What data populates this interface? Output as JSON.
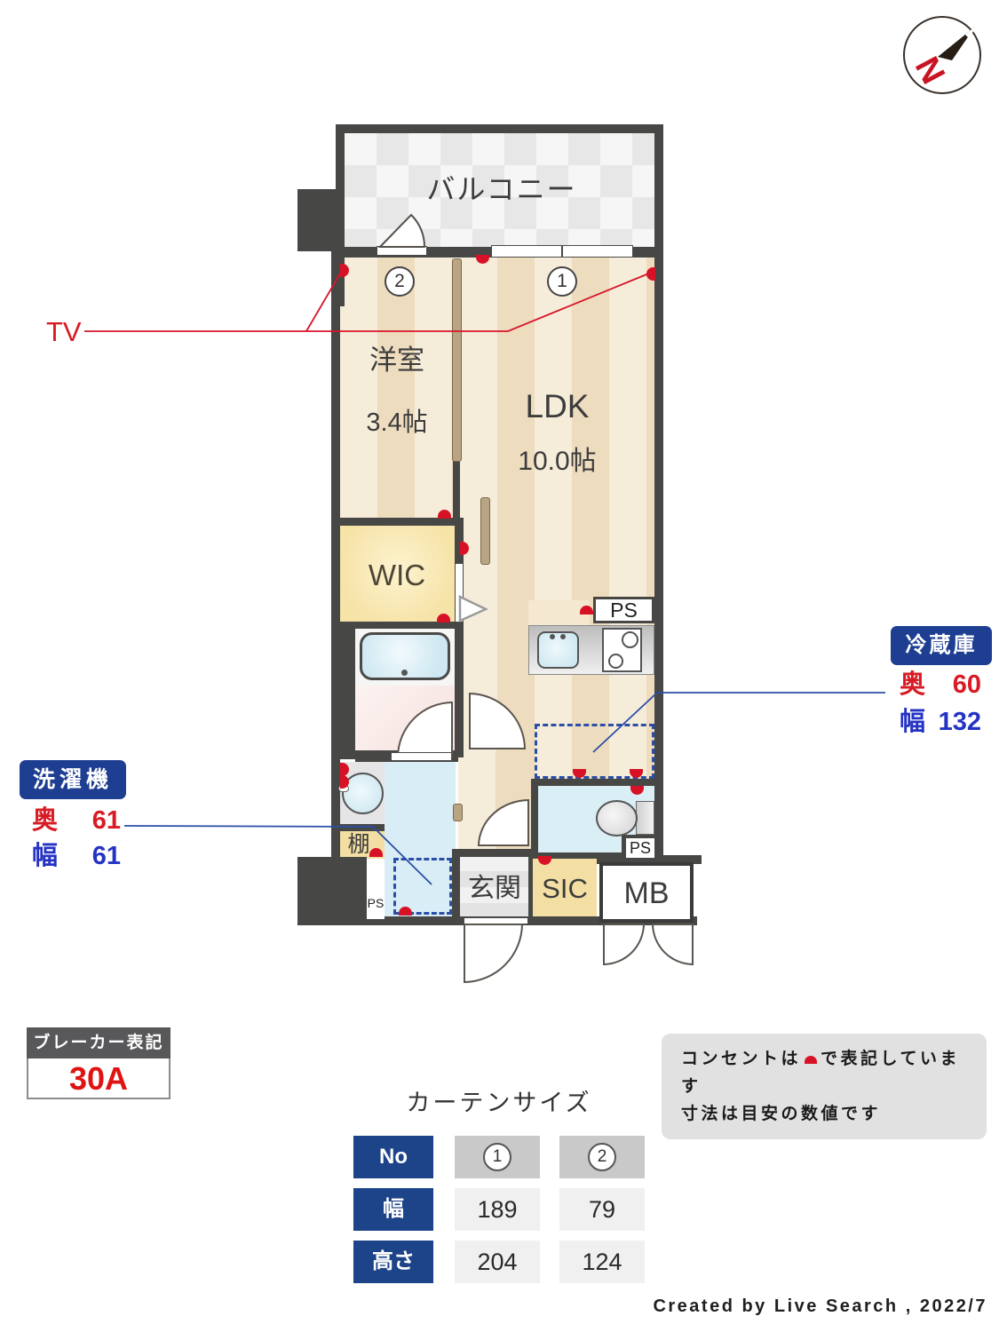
{
  "compass": {
    "north": "N"
  },
  "plan": {
    "balcony": "バルコニー",
    "room2": {
      "name": "洋室",
      "size": "3.4帖",
      "curtain_no": "2"
    },
    "ldk": {
      "name": "LDK",
      "size": "10.0帖",
      "curtain_no": "1"
    },
    "wic": "WIC",
    "genkan": "玄関",
    "sic": "SIC",
    "mb": "MB",
    "shelf": "棚",
    "ps_kitchen": "PS",
    "ps_toilet": "PS",
    "ps_left": "PS"
  },
  "callouts": {
    "tv": "TV",
    "washer": {
      "title": "洗濯機",
      "depth_label": "奥",
      "depth": "61",
      "width_label": "幅",
      "width": "61"
    },
    "fridge": {
      "title": "冷蔵庫",
      "depth_label": "奥",
      "depth": "60",
      "width_label": "幅",
      "width": "132"
    }
  },
  "breaker": {
    "title": "ブレーカー表記",
    "value": "30A"
  },
  "note": {
    "line1_pre": "コンセントは",
    "line1_post": "で表記しています",
    "line2": "寸法は目安の数値です"
  },
  "curtain": {
    "title": "カーテンサイズ",
    "col_header": "No",
    "no1": "1",
    "no2": "2",
    "width_label": "幅",
    "width1": "189",
    "width2": "79",
    "height_label": "高さ",
    "height1": "204",
    "height2": "124"
  },
  "footer": "Created by Live Search , 2022/7",
  "colors": {
    "wall": "#474745",
    "outlet_red": "#d81226",
    "dimension_blue": "#2433c4",
    "accent_navy": "#1e3e92",
    "table_navy": "#1d4389"
  }
}
